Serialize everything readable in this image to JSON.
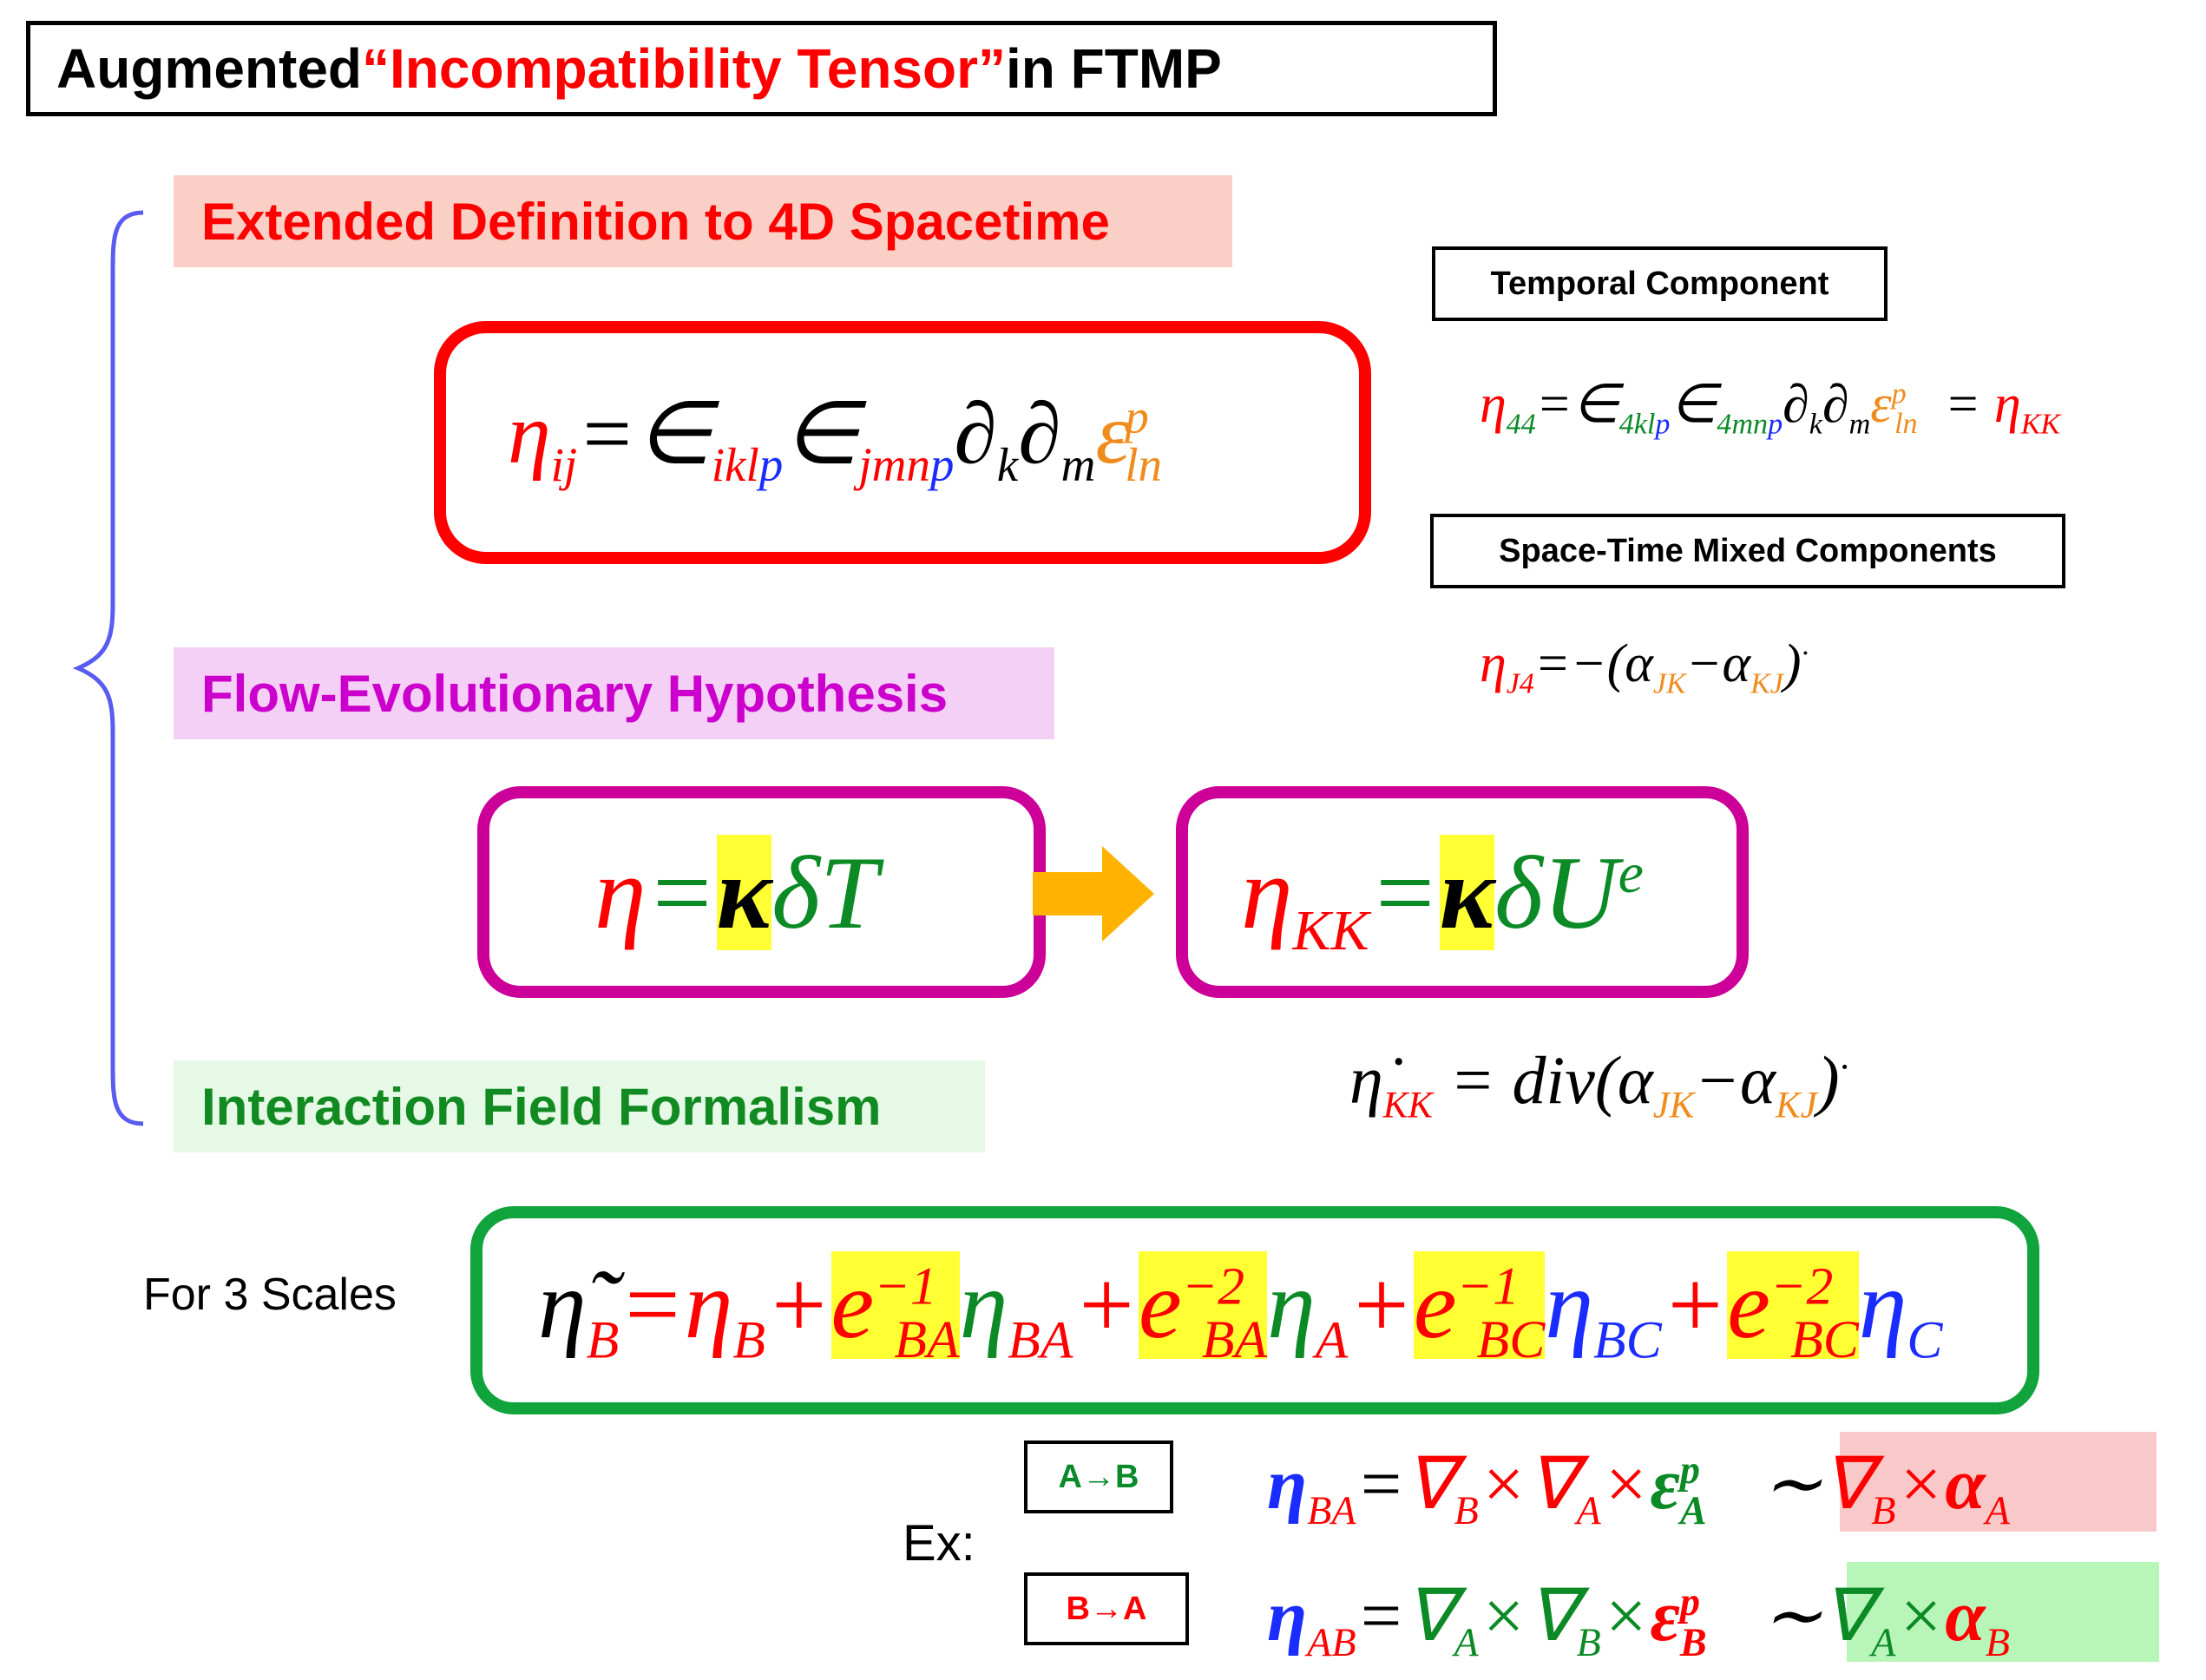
{
  "title": {
    "prefix": "Augmented ",
    "highlight": "“Incompatibility Tensor”",
    "suffix": " in FTMP"
  },
  "sections": {
    "extended": "Extended Definition to 4D Spacetime",
    "flow": "Flow-Evolutionary Hypothesis",
    "interaction": "Interaction Field Formalism"
  },
  "labels": {
    "temporal": "Temporal Component",
    "mixed": "Space-Time Mixed Components",
    "for_scales": "For 3 Scales",
    "ex": "Ex:",
    "a_to_b": "A→B",
    "b_to_a": "B→A"
  },
  "colors": {
    "red": "#ff0000",
    "blue": "#1b2cff",
    "orange": "#f08c1e",
    "green": "#0b8a26",
    "magenta": "#cc0099",
    "box_green": "#11a33c",
    "arrow": "#ffb300",
    "brace": "#5a5cf0"
  }
}
